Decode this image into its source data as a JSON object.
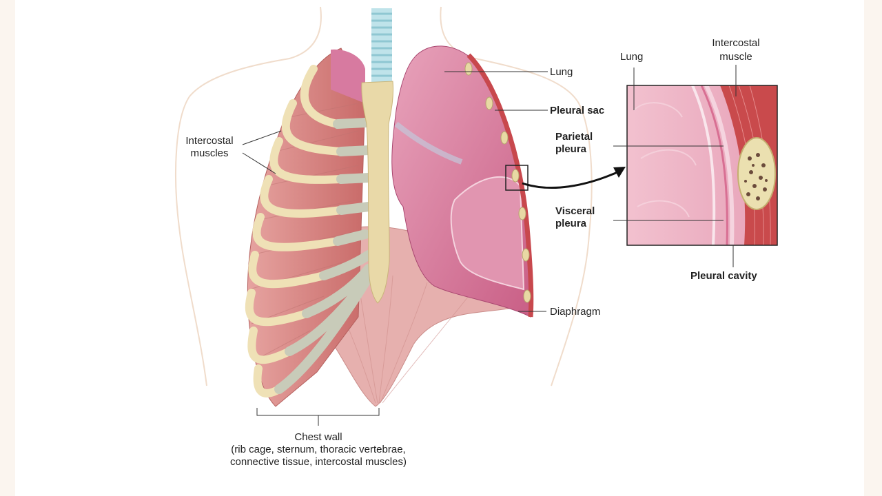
{
  "labels": {
    "lung": "Lung",
    "pleural_sac": "Pleural sac",
    "parietal_pleura_1": "Parietal",
    "parietal_pleura_2": "pleura",
    "visceral_pleura_1": "Visceral",
    "visceral_pleura_2": "pleura",
    "diaphragm": "Diaphragm",
    "intercostal_muscles_1": "Intercostal",
    "intercostal_muscles_2": "muscles",
    "inset_lung": "Lung",
    "inset_intercostal_1": "Intercostal",
    "inset_intercostal_2": "muscle",
    "pleural_cavity": "Pleural cavity",
    "chest_wall_title": "Chest wall",
    "chest_wall_line1": "(rib cage, sternum, thoracic vertebrae,",
    "chest_wall_line2": "connective tissue, intercostal muscles)"
  },
  "colors": {
    "background": "#fbf5ef",
    "lung_pink": "#d9799a",
    "muscle_red": "#d4827f",
    "bone": "#efe1b6",
    "cartilage": "#c8cbb9"
  }
}
